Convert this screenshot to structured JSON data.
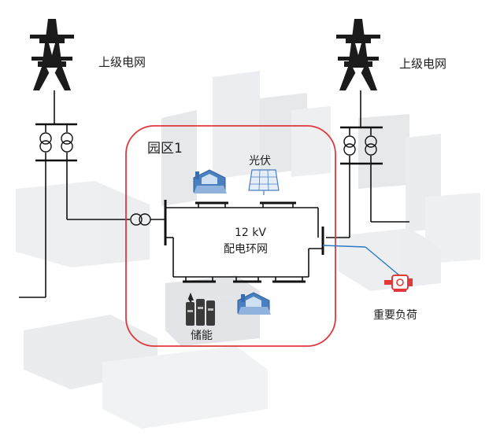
{
  "colors": {
    "line": "#111111",
    "park_border": "#e0383b",
    "accent_blue": "#2a78c8",
    "motor_red": "#e23a3a",
    "background_city": "#d7d9dc"
  },
  "labels": {
    "grid_left": "上级电网",
    "grid_right": "上级电网",
    "park": "园区1",
    "pv": "光伏",
    "ring_voltage": "12 kV",
    "ring_name": "配电环网",
    "storage": "储能",
    "critical_load": "重要负荷"
  },
  "icons": {
    "tower": "transmission-tower-icon",
    "transformer": "transformer-icon",
    "solar": "solar-panel-icon",
    "factory": "factory-icon",
    "battery": "battery-storage-icon",
    "motor": "motor-load-icon"
  }
}
